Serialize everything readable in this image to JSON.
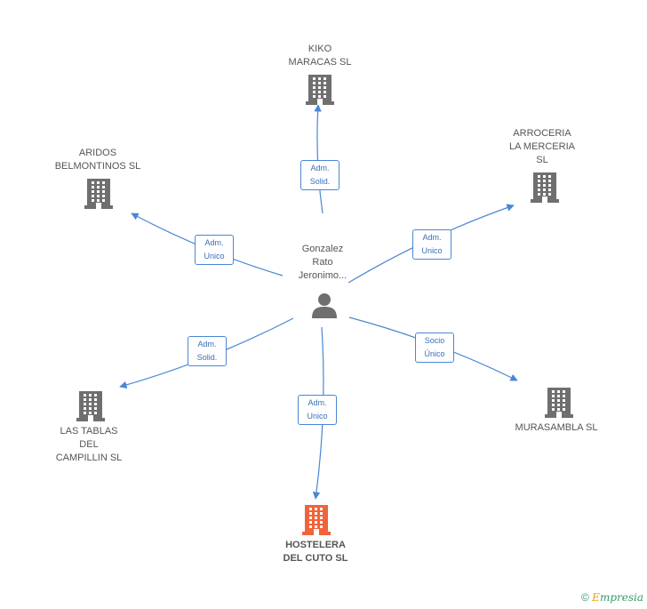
{
  "center": {
    "name_lines": [
      "Gonzalez",
      "Rato",
      "Jeronimo..."
    ],
    "icon": "person-icon"
  },
  "companies": [
    {
      "id": "kiko",
      "lines": [
        "KIKO",
        "MARACAS SL"
      ],
      "icon": "building-icon",
      "color": "#6f6f6f",
      "relation": [
        "Adm.",
        "Solid."
      ]
    },
    {
      "id": "aridos",
      "lines": [
        "ARIDOS",
        "BELMONTINOS SL"
      ],
      "icon": "building-icon",
      "color": "#6f6f6f",
      "relation": [
        "Adm.",
        "Unico"
      ]
    },
    {
      "id": "arroceria",
      "lines": [
        "ARROCERIA",
        "LA MERCERIA",
        "SL"
      ],
      "icon": "building-icon",
      "color": "#6f6f6f",
      "relation": [
        "Adm.",
        "Unico"
      ]
    },
    {
      "id": "tablas",
      "lines": [
        "LAS TABLAS",
        "DEL",
        "CAMPILLIN SL"
      ],
      "icon": "building-icon",
      "color": "#6f6f6f",
      "relation": [
        "Adm.",
        "Solid."
      ]
    },
    {
      "id": "murasambla",
      "lines": [
        "MURASAMBLA SL"
      ],
      "icon": "building-icon",
      "color": "#6f6f6f",
      "relation": [
        "Socio",
        "Único"
      ]
    },
    {
      "id": "hostelera",
      "lines": [
        "HOSTELERA",
        "DEL CUTO SL"
      ],
      "icon": "building-icon",
      "color": "#f0643a",
      "relation": [
        "Adm.",
        "Unico"
      ],
      "highlighted": true
    }
  ],
  "colors": {
    "edge": "#4a86d4",
    "building": "#6f6f6f",
    "highlight": "#f0643a"
  },
  "copyright": {
    "symbol": "©",
    "brand_initial": "E",
    "brand_rest": "mpresia"
  }
}
